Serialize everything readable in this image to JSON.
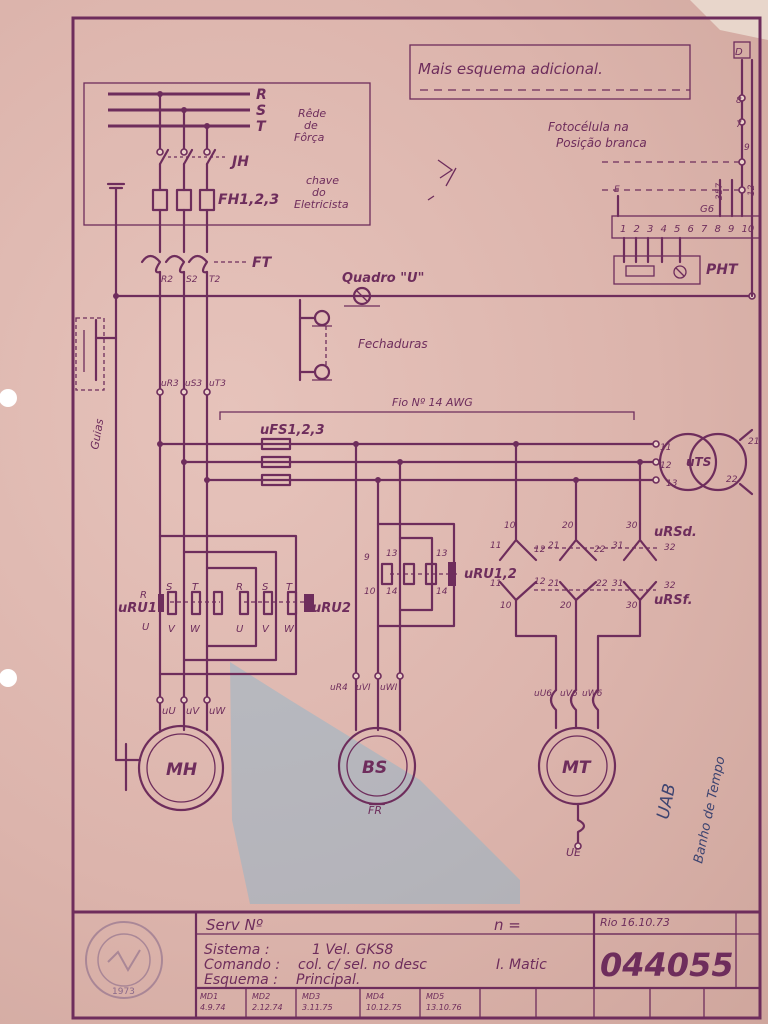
{
  "power_block": {
    "phases": [
      "R",
      "S",
      "T"
    ],
    "network_label": "Rêde de Fôrça",
    "main_switch": "JH",
    "fuses": "FH1,2,3",
    "switch_note": "chave do Eletricista",
    "thermal_relay": "FT",
    "relay_terminals": [
      "R2",
      "S2",
      "T2"
    ]
  },
  "extra_note": "Mais esquema adicional.",
  "photocell": {
    "label": "Fotocélula na Posição branca",
    "device": "PHT",
    "terminals": [
      "1",
      "2",
      "3",
      "4",
      "5",
      "6",
      "7",
      "8",
      "9",
      "10"
    ],
    "upper_terminals": [
      "8",
      "7",
      "9",
      "12"
    ],
    "side_labels": [
      "E",
      "G6"
    ],
    "vertical_label": "357",
    "top_marks": [
      "D",
      "□"
    ]
  },
  "quadro": {
    "label": "Quadro \"U\"",
    "locks": "Fechaduras"
  },
  "guides": "Guias",
  "wire_note": "Fio Nº 14 AWG",
  "lines": [
    "uR3",
    "uS3",
    "uT3"
  ],
  "fuses_u": "uFS1,2,3",
  "transformer": {
    "label": "uTS",
    "in_terminals": [
      "11",
      "12",
      "13"
    ],
    "out_terminals": [
      "21",
      "22"
    ]
  },
  "contactors": {
    "uRU1": {
      "label": "uRU1",
      "top": [
        "R",
        "S",
        "T"
      ],
      "bottom": [
        "U",
        "V",
        "W"
      ]
    },
    "uRU2": {
      "label": "uRU2",
      "top": [
        "R",
        "S",
        "T"
      ],
      "bottom": [
        "U",
        "V",
        "W"
      ]
    },
    "uRU12": {
      "label": "uRU1,2",
      "contacts": [
        "9",
        "13",
        "13",
        "10",
        "14",
        "14"
      ]
    },
    "uRSd": {
      "label": "uRSd.",
      "contacts": [
        "10",
        "20",
        "30",
        "11",
        "12",
        "21",
        "22",
        "31",
        "32"
      ]
    },
    "uRSf": {
      "label": "uRSf.",
      "contacts": [
        "11",
        "12",
        "21",
        "22",
        "31",
        "32",
        "10",
        "20",
        "30"
      ]
    }
  },
  "motor_terminals": {
    "MH": [
      "uU",
      "uV",
      "uW"
    ],
    "BS": [
      "uR4",
      "uVI",
      "uWI"
    ],
    "MT": [
      "uU6",
      "uV6",
      "uW6"
    ]
  },
  "motors": [
    "MH",
    "BS",
    "MT"
  ],
  "bs_note": "FR",
  "mt_ground": "UE",
  "pencil_notes": [
    "UAB",
    "Banho de Tempo"
  ],
  "title_block": {
    "serv_label": "Serv Nº",
    "n_label": "n =",
    "date": "Rio 16.10.73",
    "drawing_number": "044055",
    "system_label": "Sistema :",
    "system_value": "1 Vel. GKS8",
    "command_label": "Comando :",
    "command_value": "col. c/ sel. no desc",
    "command_extra": "I. Matic",
    "scheme_label": "Esquema :",
    "scheme_value": "Principal.",
    "stamp_text": "1973",
    "revisions": [
      {
        "code": "MD1",
        "date": "4.9.74"
      },
      {
        "code": "MD2",
        "date": "2.12.74"
      },
      {
        "code": "MD3",
        "date": "3.11.75"
      },
      {
        "code": "MD4",
        "date": "10.12.75"
      },
      {
        "code": "MD5",
        "date": "13.10.76"
      }
    ]
  },
  "colors": {
    "ink": "#6e2d5c",
    "paper": "#dcb4ac",
    "pencil": "#3d4470",
    "stain": "#7fb6cf"
  }
}
